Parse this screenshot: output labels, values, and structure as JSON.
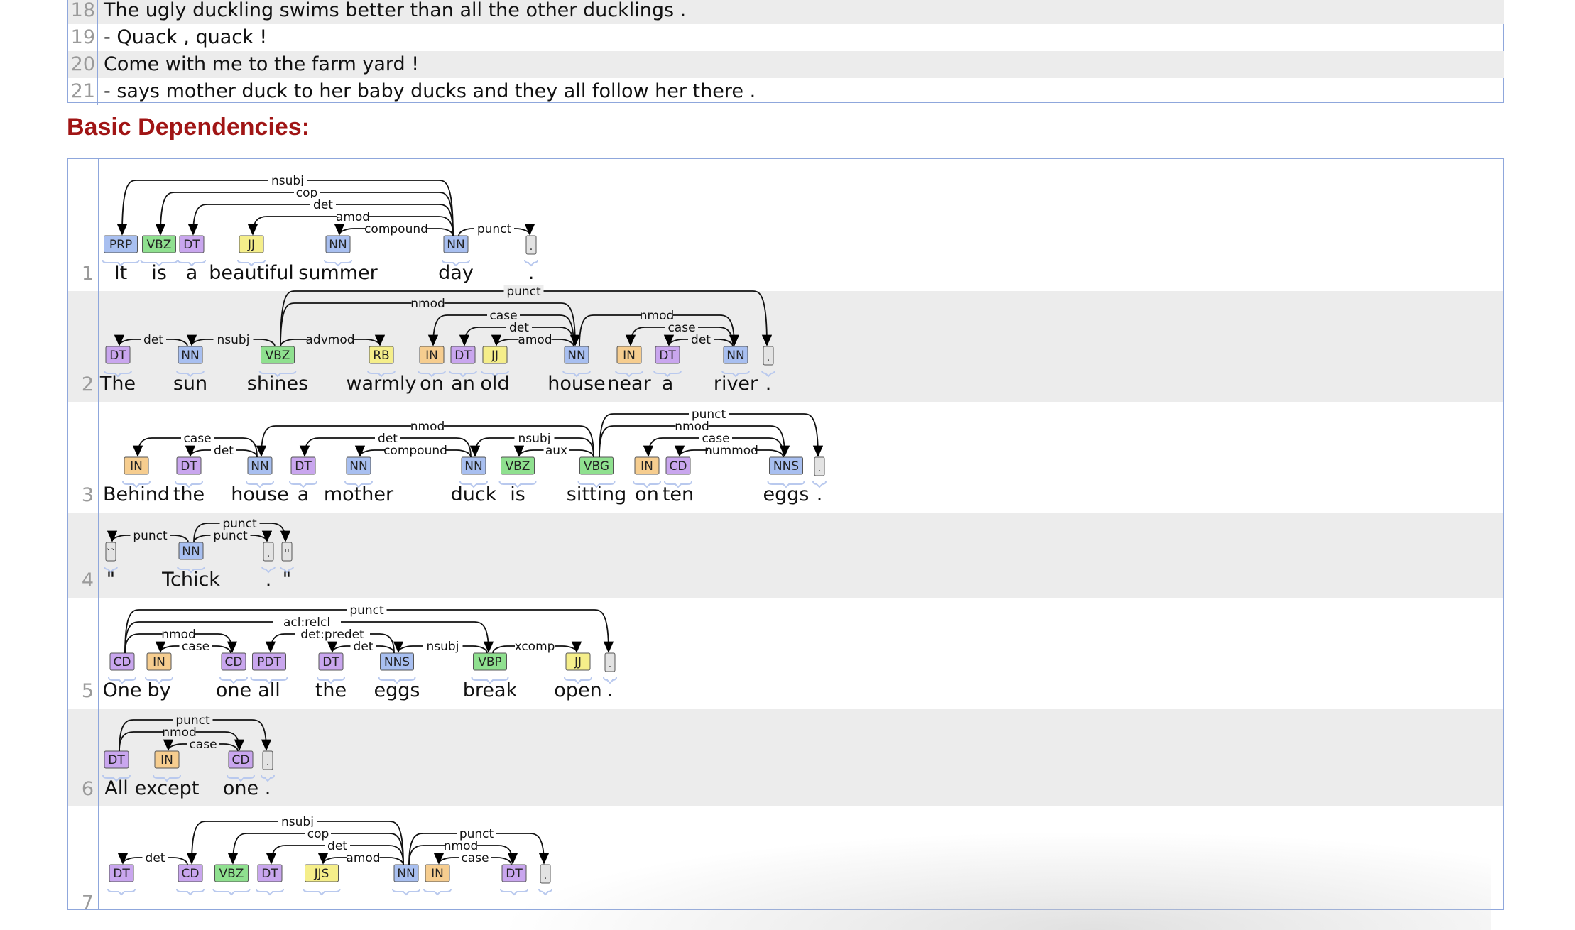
{
  "sentences": [
    {
      "num": "18",
      "text": "The ugly duckling swims better than all the other ducklings ."
    },
    {
      "num": "19",
      "text": "- Quack , quack !"
    },
    {
      "num": "20",
      "text": "Come with me to the farm yard !"
    },
    {
      "num": "21",
      "text": "- says mother duck to her baby ducks and they all follow her there ."
    }
  ],
  "section_title": "Basic Dependencies:",
  "colors": {
    "NN": "#a8bff0",
    "NNS": "#a8bff0",
    "PRP": "#a8bff0",
    "VBZ": "#8fe08f",
    "VBG": "#8fe08f",
    "VBP": "#8fe08f",
    "DT": "#c9a6ee",
    "CD": "#c9a6ee",
    "PDT": "#c9a6ee",
    "JJ": "#f5ee8a",
    "JJS": "#f5ee8a",
    "RB": "#f5ee8a",
    "IN": "#f6cd8f",
    "PUNCT": "#e3e3e3"
  },
  "dep_rows": [
    {
      "num": "1",
      "tokens": [
        {
          "tag": "PRP",
          "word": "It"
        },
        {
          "tag": "VBZ",
          "word": "is"
        },
        {
          "tag": "DT",
          "word": "a"
        },
        {
          "tag": "JJ",
          "word": "beautiful"
        },
        {
          "tag": "NN",
          "word": "summer"
        },
        {
          "tag": "NN",
          "word": "day"
        },
        {
          "tag": ".",
          "word": "."
        }
      ],
      "arcs": [
        {
          "from": 5,
          "to": 0,
          "label": "nsubj"
        },
        {
          "from": 5,
          "to": 1,
          "label": "cop"
        },
        {
          "from": 5,
          "to": 2,
          "label": "det"
        },
        {
          "from": 5,
          "to": 3,
          "label": "amod"
        },
        {
          "from": 5,
          "to": 4,
          "label": "compound"
        },
        {
          "from": 5,
          "to": 6,
          "label": "punct"
        }
      ]
    },
    {
      "num": "2",
      "tokens": [
        {
          "tag": "DT",
          "word": "The"
        },
        {
          "tag": "NN",
          "word": "sun"
        },
        {
          "tag": "VBZ",
          "word": "shines"
        },
        {
          "tag": "RB",
          "word": "warmly"
        },
        {
          "tag": "IN",
          "word": "on"
        },
        {
          "tag": "DT",
          "word": "an"
        },
        {
          "tag": "JJ",
          "word": "old"
        },
        {
          "tag": "NN",
          "word": "house"
        },
        {
          "tag": "IN",
          "word": "near"
        },
        {
          "tag": "DT",
          "word": "a"
        },
        {
          "tag": "NN",
          "word": "river"
        },
        {
          "tag": ".",
          "word": "."
        }
      ],
      "arcs": [
        {
          "from": 1,
          "to": 0,
          "label": "det"
        },
        {
          "from": 2,
          "to": 1,
          "label": "nsubj"
        },
        {
          "from": 2,
          "to": 3,
          "label": "advmod"
        },
        {
          "from": 7,
          "to": 4,
          "label": "case"
        },
        {
          "from": 7,
          "to": 5,
          "label": "det"
        },
        {
          "from": 7,
          "to": 6,
          "label": "amod"
        },
        {
          "from": 2,
          "to": 7,
          "label": "nmod"
        },
        {
          "from": 10,
          "to": 8,
          "label": "case"
        },
        {
          "from": 10,
          "to": 9,
          "label": "det"
        },
        {
          "from": 7,
          "to": 10,
          "label": "nmod"
        },
        {
          "from": 2,
          "to": 11,
          "label": "punct"
        }
      ]
    },
    {
      "num": "3",
      "tokens": [
        {
          "tag": "IN",
          "word": "Behind"
        },
        {
          "tag": "DT",
          "word": "the"
        },
        {
          "tag": "NN",
          "word": "house"
        },
        {
          "tag": "DT",
          "word": "a"
        },
        {
          "tag": "NN",
          "word": "mother"
        },
        {
          "tag": "NN",
          "word": "duck"
        },
        {
          "tag": "VBZ",
          "word": "is"
        },
        {
          "tag": "VBG",
          "word": "sitting"
        },
        {
          "tag": "IN",
          "word": "on"
        },
        {
          "tag": "CD",
          "word": "ten"
        },
        {
          "tag": "NNS",
          "word": "eggs"
        },
        {
          "tag": ".",
          "word": "."
        }
      ],
      "arcs": [
        {
          "from": 2,
          "to": 0,
          "label": "case"
        },
        {
          "from": 2,
          "to": 1,
          "label": "det"
        },
        {
          "from": 5,
          "to": 3,
          "label": "det"
        },
        {
          "from": 5,
          "to": 4,
          "label": "compound"
        },
        {
          "from": 7,
          "to": 2,
          "label": "nmod"
        },
        {
          "from": 7,
          "to": 5,
          "label": "nsubj"
        },
        {
          "from": 7,
          "to": 6,
          "label": "aux"
        },
        {
          "from": 10,
          "to": 8,
          "label": "case"
        },
        {
          "from": 10,
          "to": 9,
          "label": "nummod"
        },
        {
          "from": 7,
          "to": 10,
          "label": "nmod"
        },
        {
          "from": 7,
          "to": 11,
          "label": "punct"
        }
      ]
    },
    {
      "num": "4",
      "tokens": [
        {
          "tag": "``",
          "word": "\""
        },
        {
          "tag": "NN",
          "word": "Tchick"
        },
        {
          "tag": ".",
          "word": "."
        },
        {
          "tag": "''",
          "word": "\""
        }
      ],
      "arcs": [
        {
          "from": 1,
          "to": 0,
          "label": "punct"
        },
        {
          "from": 1,
          "to": 2,
          "label": "punct"
        },
        {
          "from": 1,
          "to": 3,
          "label": "punct"
        }
      ]
    },
    {
      "num": "5",
      "tokens": [
        {
          "tag": "CD",
          "word": "One"
        },
        {
          "tag": "IN",
          "word": "by"
        },
        {
          "tag": "CD",
          "word": "one"
        },
        {
          "tag": "PDT",
          "word": "all"
        },
        {
          "tag": "DT",
          "word": "the"
        },
        {
          "tag": "NNS",
          "word": "eggs"
        },
        {
          "tag": "VBP",
          "word": "break"
        },
        {
          "tag": "JJ",
          "word": "open"
        },
        {
          "tag": ".",
          "word": "."
        }
      ],
      "arcs": [
        {
          "from": 2,
          "to": 1,
          "label": "case"
        },
        {
          "from": 0,
          "to": 2,
          "label": "nmod"
        },
        {
          "from": 5,
          "to": 3,
          "label": "det:predet"
        },
        {
          "from": 5,
          "to": 4,
          "label": "det"
        },
        {
          "from": 6,
          "to": 5,
          "label": "nsubj"
        },
        {
          "from": 0,
          "to": 6,
          "label": "acl:relcl"
        },
        {
          "from": 6,
          "to": 7,
          "label": "xcomp"
        },
        {
          "from": 0,
          "to": 8,
          "label": "punct"
        }
      ]
    },
    {
      "num": "6",
      "tokens": [
        {
          "tag": "DT",
          "word": "All"
        },
        {
          "tag": "IN",
          "word": "except"
        },
        {
          "tag": "CD",
          "word": "one"
        },
        {
          "tag": ".",
          "word": "."
        }
      ],
      "arcs": [
        {
          "from": 2,
          "to": 1,
          "label": "case"
        },
        {
          "from": 0,
          "to": 2,
          "label": "nmod"
        },
        {
          "from": 0,
          "to": 3,
          "label": "punct"
        }
      ]
    },
    {
      "num": "7",
      "tokens": [
        {
          "tag": "DT",
          "word": ""
        },
        {
          "tag": "CD",
          "word": ""
        },
        {
          "tag": "VBZ",
          "word": ""
        },
        {
          "tag": "DT",
          "word": ""
        },
        {
          "tag": "JJS",
          "word": ""
        },
        {
          "tag": "NN",
          "word": ""
        },
        {
          "tag": "IN",
          "word": ""
        },
        {
          "tag": "DT",
          "word": ""
        },
        {
          "tag": ".",
          "word": ""
        }
      ],
      "arcs": [
        {
          "from": 1,
          "to": 0,
          "label": "det"
        },
        {
          "from": 5,
          "to": 1,
          "label": "nsubj"
        },
        {
          "from": 5,
          "to": 2,
          "label": "cop"
        },
        {
          "from": 5,
          "to": 3,
          "label": "det"
        },
        {
          "from": 5,
          "to": 4,
          "label": "amod"
        },
        {
          "from": 7,
          "to": 6,
          "label": "case"
        },
        {
          "from": 5,
          "to": 7,
          "label": "nmod"
        },
        {
          "from": 5,
          "to": 8,
          "label": "punct"
        }
      ]
    }
  ]
}
